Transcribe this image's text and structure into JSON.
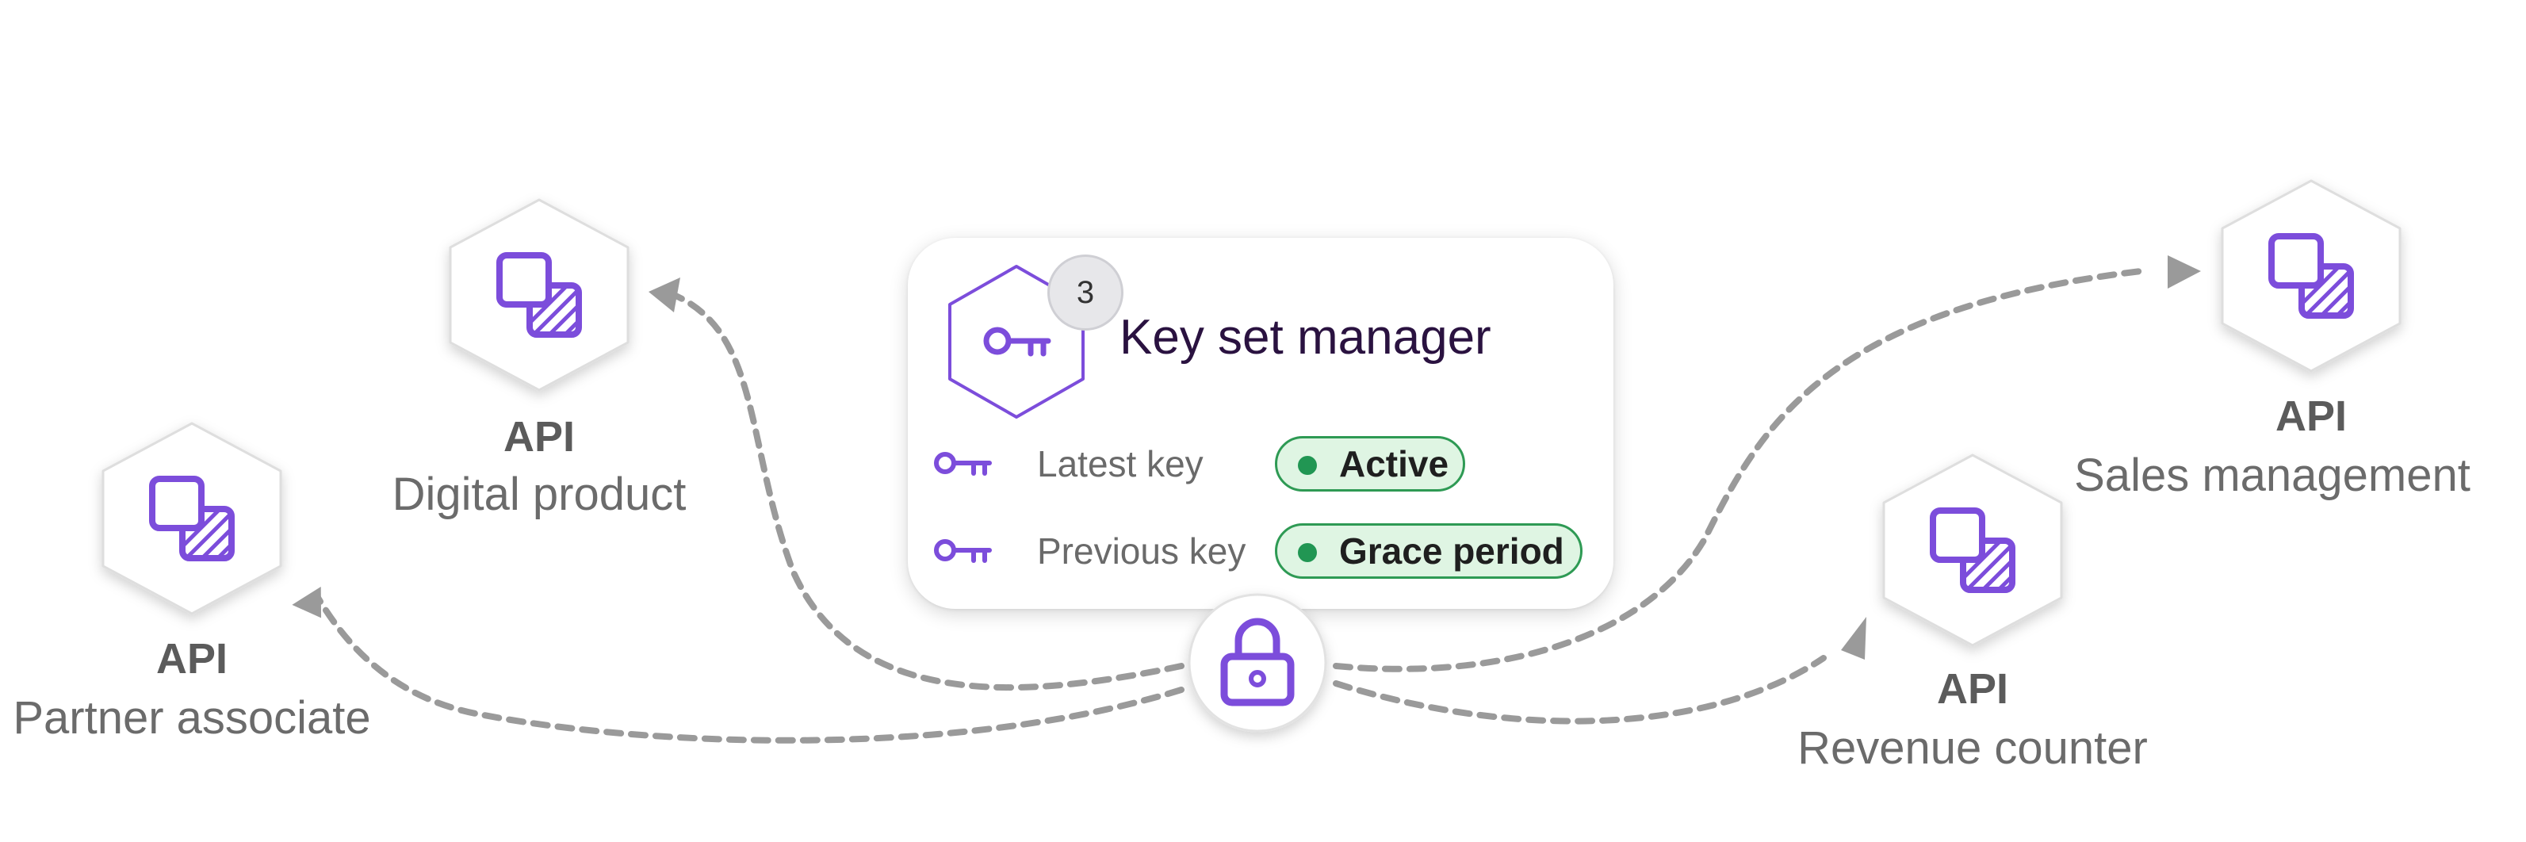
{
  "key_manager": {
    "title": "Key set manager",
    "badge_count": "3",
    "keys": [
      {
        "label": "Latest key",
        "status": "Active"
      },
      {
        "label": "Previous key",
        "status": "Grace period"
      }
    ]
  },
  "apis": [
    {
      "title": "API",
      "name": "Digital product"
    },
    {
      "title": "API",
      "name": "Partner associate"
    },
    {
      "title": "API",
      "name": "Sales management"
    },
    {
      "title": "API",
      "name": "Revenue counter"
    }
  ],
  "colors": {
    "accent": "#7c4ddb",
    "status_green": "#219653",
    "status_bg": "#dff5e3",
    "connector": "#9a9a9a"
  },
  "icons": {
    "api_node": "layers-icon",
    "key_set": "key-icon",
    "center": "lock-icon"
  }
}
